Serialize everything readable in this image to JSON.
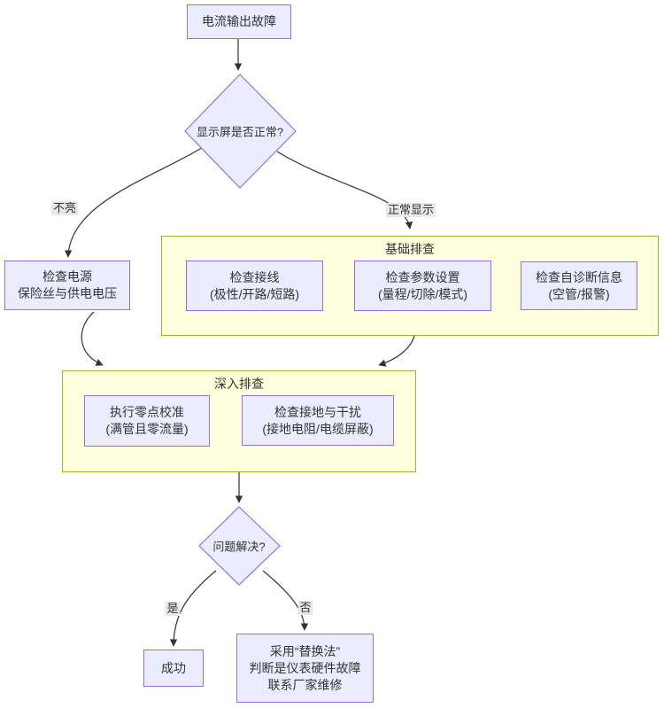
{
  "diagram": {
    "type": "flowchart",
    "direction": "top-down",
    "colors": {
      "node_fill": "#ECECFF",
      "node_border": "#9370DB",
      "cluster_fill": "#FFFFDE",
      "cluster_border": "#AAAA33",
      "edge_line": "#333333",
      "edge_label_bg": "#E8E8E8",
      "text": "#333333",
      "background": "#FFFFFF"
    }
  },
  "nodes": {
    "start": {
      "label": "电流输出故障"
    },
    "display_check": {
      "label": "显示屏是否正常?"
    },
    "power": {
      "lines": [
        "检查电源",
        "保险丝与供电电压"
      ]
    },
    "wiring": {
      "lines": [
        "检查接线",
        "(极性/开路/短路)"
      ]
    },
    "params": {
      "lines": [
        "检查参数设置",
        "(量程/切除/模式)"
      ]
    },
    "diagnostics": {
      "lines": [
        "检查自诊断信息",
        "(空管/报警)"
      ]
    },
    "zero_cal": {
      "lines": [
        "执行零点校准",
        "(满管且零流量)"
      ]
    },
    "grounding": {
      "lines": [
        "检查接地与干扰",
        "(接地电阻/电缆屏蔽)"
      ]
    },
    "solved_check": {
      "label": "问题解决?"
    },
    "success": {
      "label": "成功"
    },
    "replace": {
      "lines": [
        "采用“替换法”",
        "判断是仪表硬件故障",
        "联系厂家维修"
      ]
    }
  },
  "groups": {
    "basic": {
      "title": "基础排查"
    },
    "deep": {
      "title": "深入排查"
    }
  },
  "edges": [
    {
      "from": "电流输出故障",
      "to": "显示屏是否正常?",
      "label": ""
    },
    {
      "from": "显示屏是否正常?",
      "to": "检查电源 保险丝与供电电压",
      "label": "不亮"
    },
    {
      "from": "显示屏是否正常?",
      "to": "基础排查",
      "label": "正常显示"
    },
    {
      "from": "检查电源 保险丝与供电电压",
      "to": "深入排查",
      "label": ""
    },
    {
      "from": "基础排查",
      "to": "深入排查",
      "label": ""
    },
    {
      "from": "深入排查",
      "to": "问题解决?",
      "label": ""
    },
    {
      "from": "问题解决?",
      "to": "成功",
      "label": "是"
    },
    {
      "from": "问题解决?",
      "to": "采用“替换法” 判断是仪表硬件故障 联系厂家维修",
      "label": "否"
    }
  ]
}
